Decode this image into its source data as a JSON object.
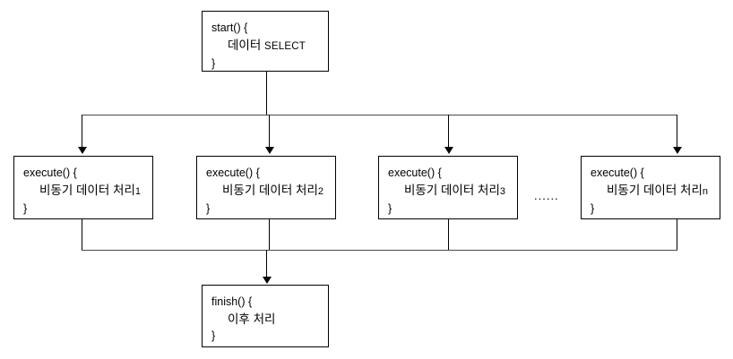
{
  "diagram": {
    "title": "",
    "stroke_color": "#000000",
    "background_color": "#ffffff",
    "ellipsis": "......",
    "nodes": {
      "start": {
        "line1": "start() {",
        "line2_text": "데이터 ",
        "line2_kw": "SELECT",
        "line3": "}"
      },
      "execute1": {
        "line1": "execute() {",
        "line2_text": "비동기 데이터 처리",
        "line2_sub": "1",
        "line3": "}"
      },
      "execute2": {
        "line1": "execute() {",
        "line2_text": "비동기 데이터 처리",
        "line2_sub": "2",
        "line3": "}"
      },
      "execute3": {
        "line1": "execute() {",
        "line2_text": "비동기 데이터 처리",
        "line2_sub": "3",
        "line3": "}"
      },
      "executeN": {
        "line1": "execute() {",
        "line2_text": "비동기 데이터 처리",
        "line2_sub": "n",
        "line3": "}"
      },
      "finish": {
        "line1": "finish() {",
        "line2_text": "이후 처리",
        "line3": "}"
      }
    }
  }
}
